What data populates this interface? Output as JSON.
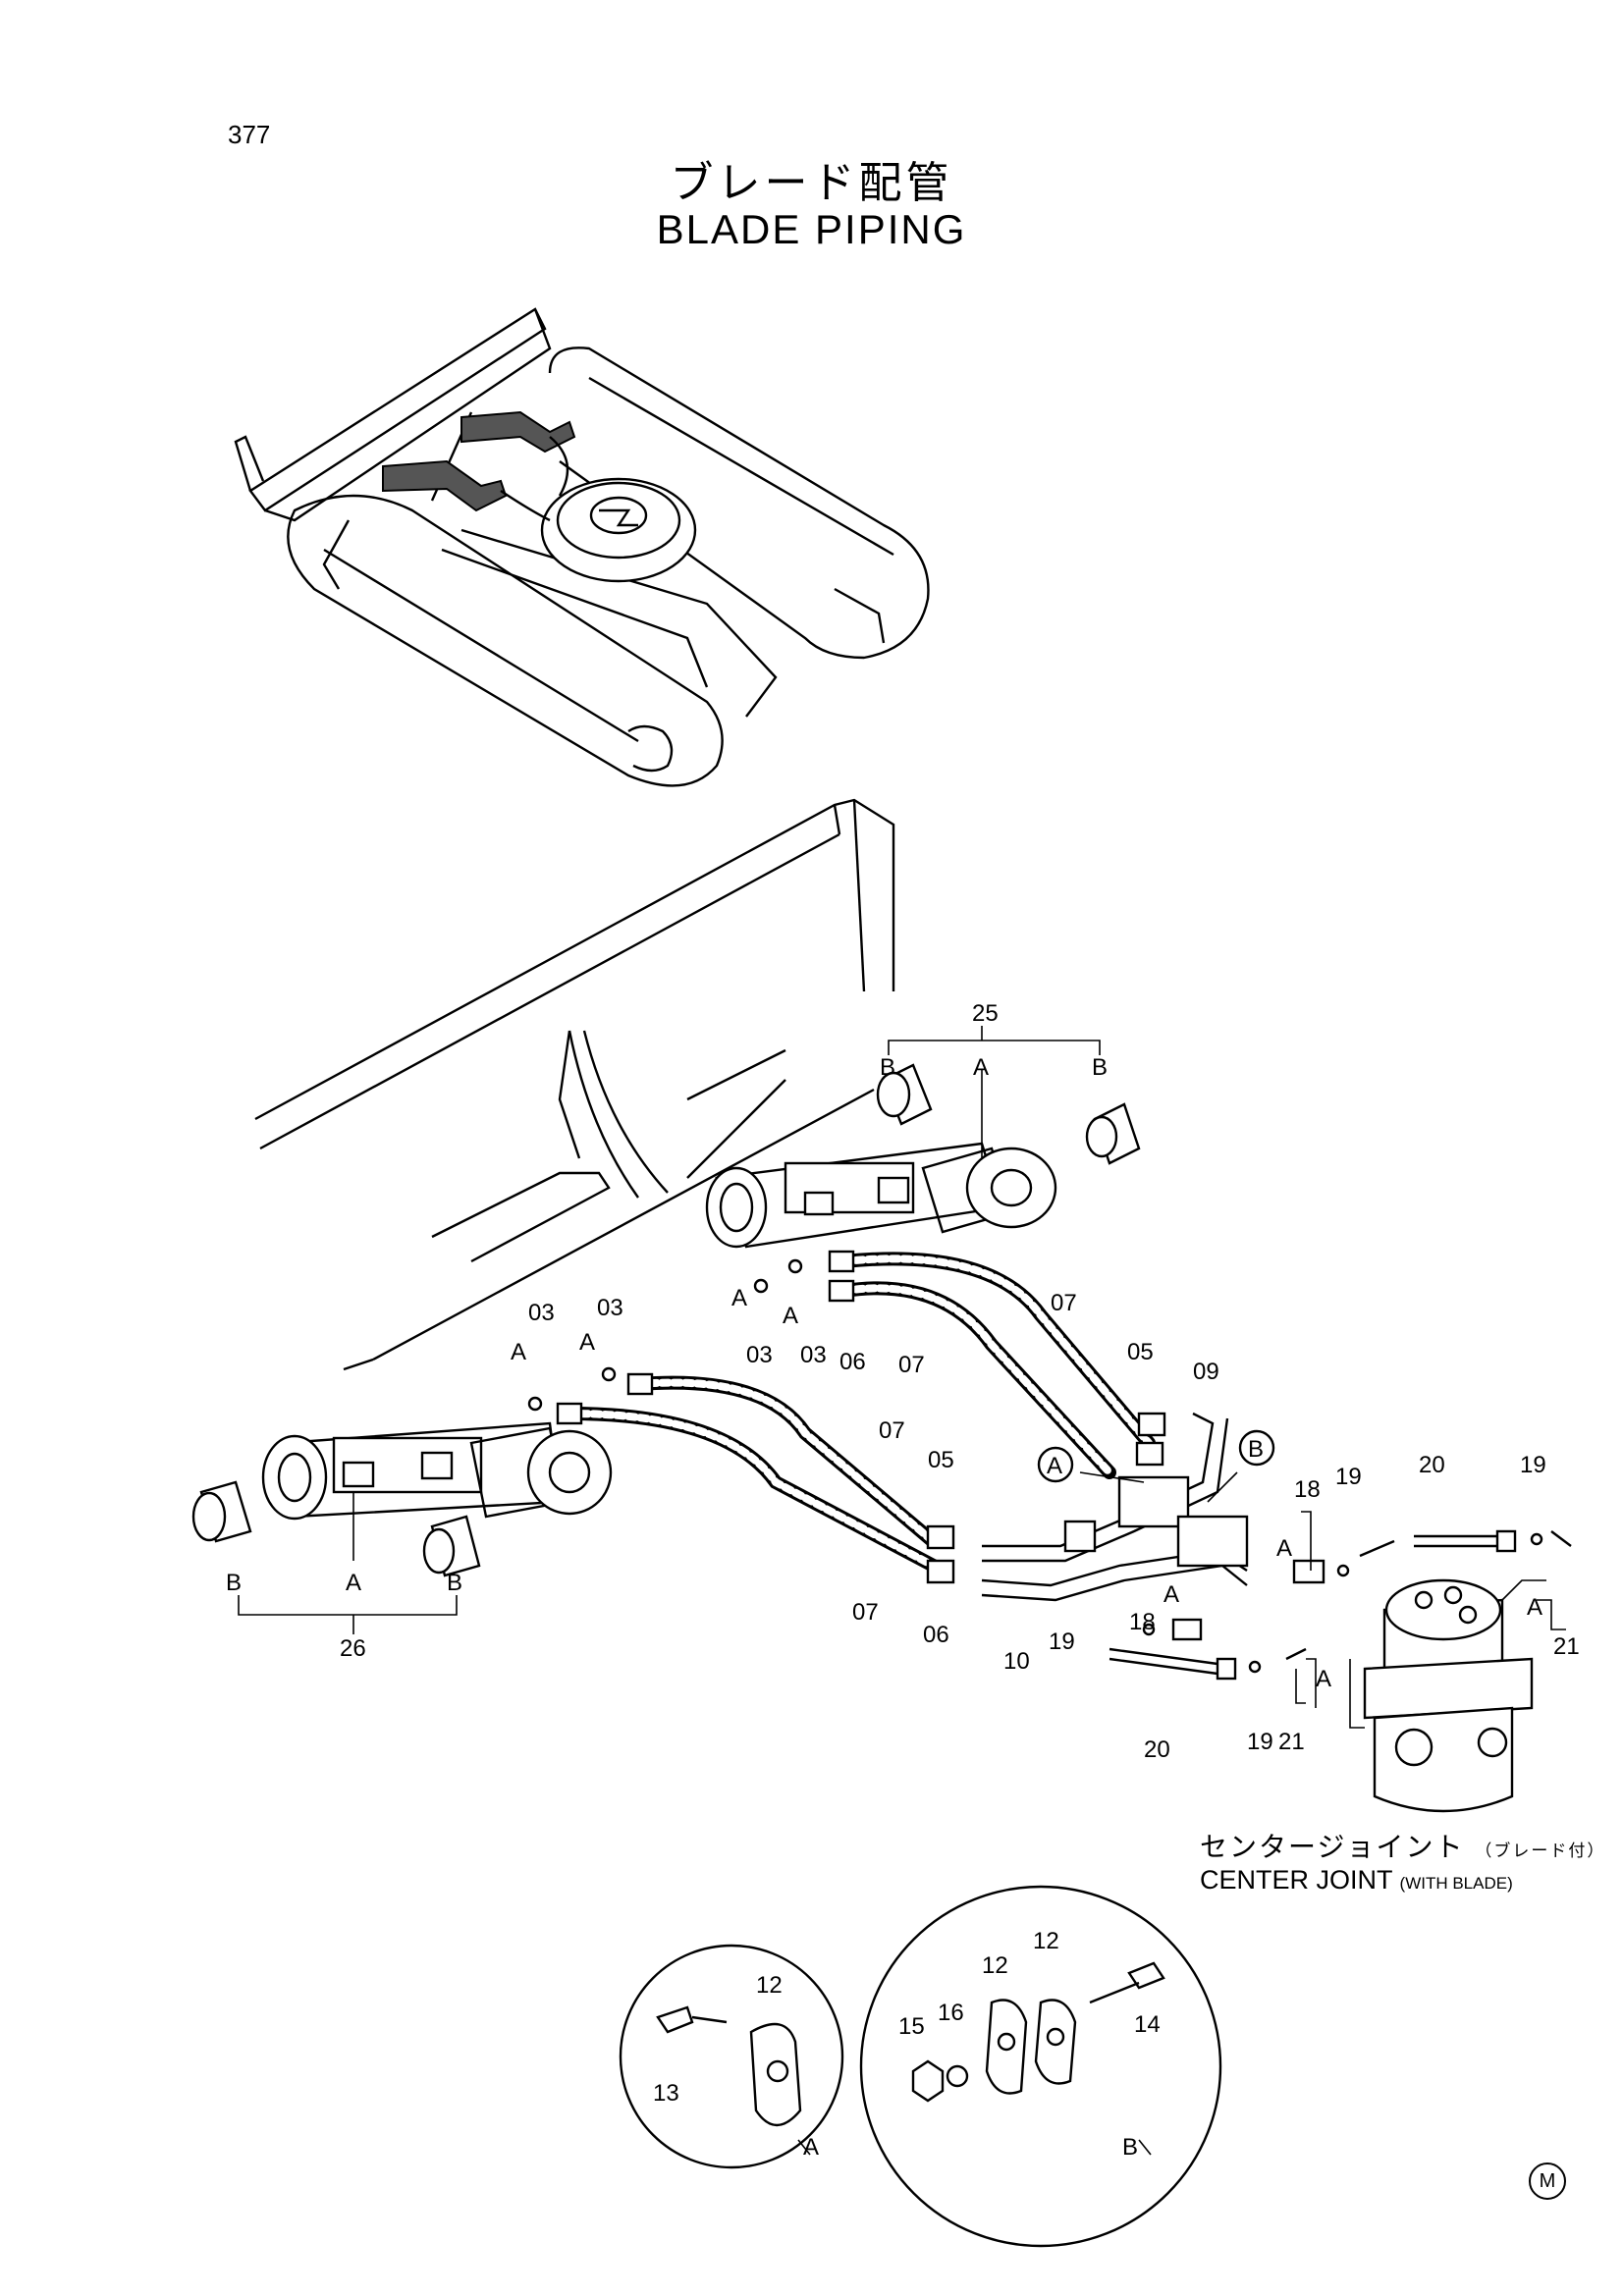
{
  "page_number": "377",
  "title_ja": "ブレード配管",
  "title_en": "BLADE PIPING",
  "center_joint": {
    "label_ja": "センタージョイント",
    "note_ja": "（ブレード付）",
    "label_en": "CENTER JOINT",
    "note_en": "(WITH BLADE)"
  },
  "detail_views": {
    "a": "A",
    "b": "B"
  },
  "assembly_groups": {
    "top_cylinder": "25",
    "left_cylinder": "26"
  },
  "callouts": [
    "25",
    "B",
    "A",
    "B",
    "03",
    "03",
    "A",
    "A",
    "03",
    "03",
    "A",
    "A",
    "06",
    "07",
    "07",
    "05",
    "09",
    "07",
    "05",
    "A",
    "B",
    "18",
    "19",
    "20",
    "19",
    "A",
    "A",
    "21",
    "18",
    "A",
    "19",
    "19",
    "21",
    "A",
    "20",
    "07",
    "06",
    "10",
    "B",
    "A",
    "B",
    "26",
    "12",
    "13",
    "A",
    "12",
    "12",
    "15",
    "16",
    "14",
    "B"
  ],
  "copyright_mark": "M"
}
